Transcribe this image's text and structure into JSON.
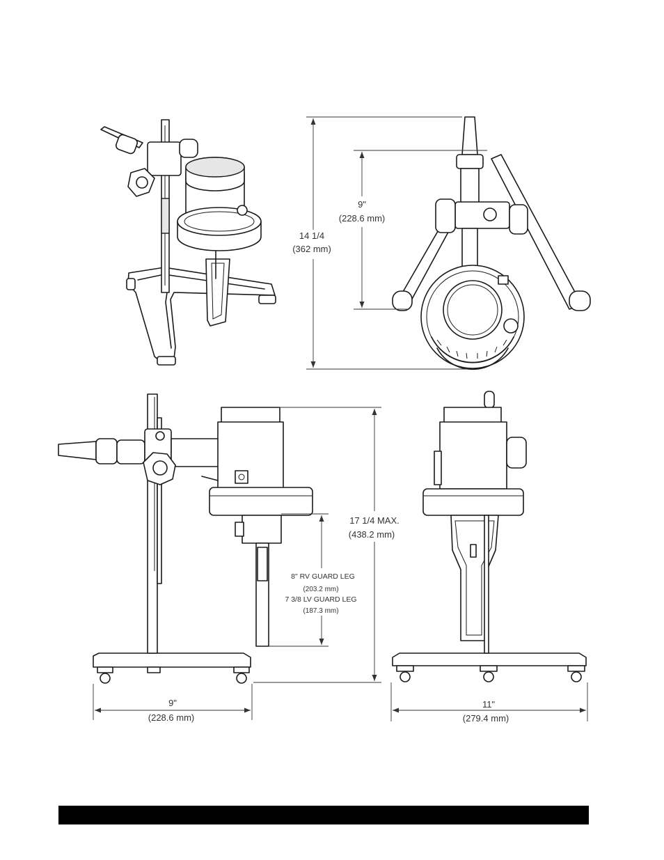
{
  "dimensions": {
    "overall_height": {
      "line1": "14 1/4",
      "line2": "(362 mm)"
    },
    "front_upper": {
      "line1": "9\"",
      "line2": "(228.6 mm)"
    },
    "max_height": {
      "line1": "17 1/4 MAX.",
      "line2": "(438.2 mm)"
    },
    "guard_leg": {
      "rv": "8\" RV GUARD LEG",
      "rv_mm": "(203.2 mm)",
      "lv": "7 3/8 LV GUARD LEG",
      "lv_mm": "(187.3 mm)"
    },
    "base_width_side": {
      "line1": "9\"",
      "line2": "(228.6 mm)"
    },
    "base_width_front": {
      "line1": "11\"",
      "line2": "(279.4 mm)"
    }
  },
  "colors": {
    "line": "#1a1a1a",
    "dimension": "#333333",
    "footer": "#000000"
  }
}
